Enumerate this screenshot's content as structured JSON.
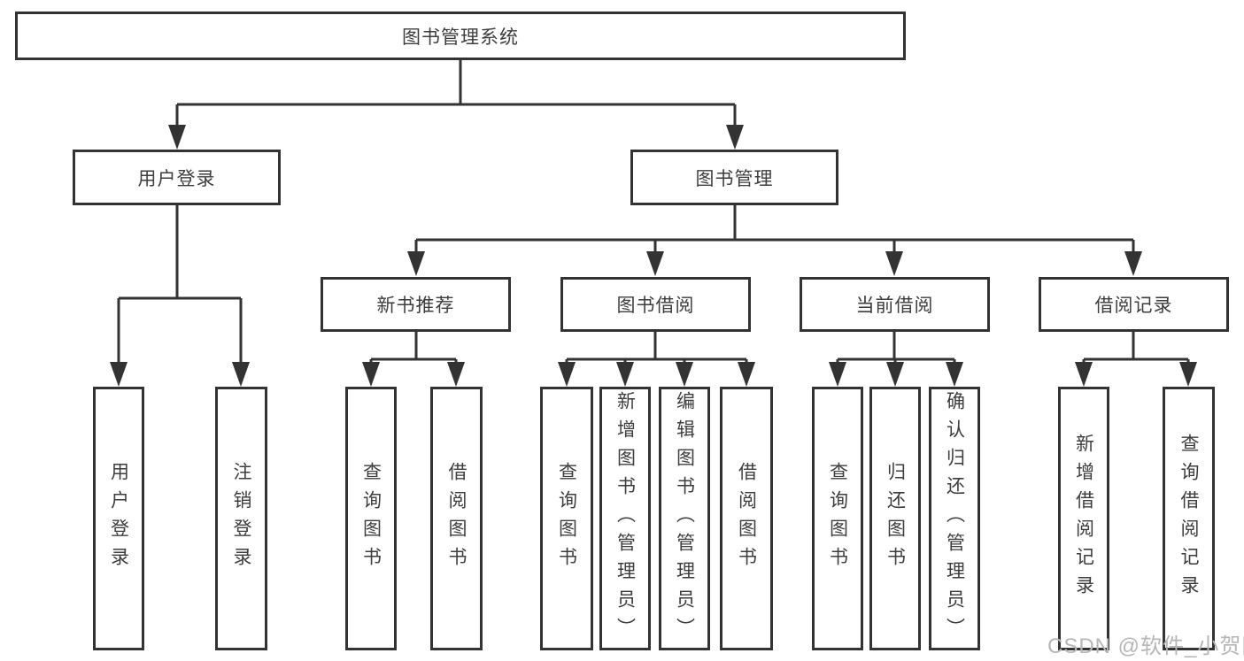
{
  "diagram": {
    "root": "图书管理系统",
    "level2": [
      "用户登录",
      "图书管理"
    ],
    "level3": [
      "新书推荐",
      "图书借阅",
      "当前借阅",
      "借阅记录"
    ],
    "leaves": [
      "用户登录",
      "注销登录",
      "查询图书",
      "借阅图书",
      "查询图书",
      "新增图书（管理员）",
      "编辑图书（管理员）",
      "借阅图书",
      "查询图书",
      "归还图书",
      "确认归还（管理员）",
      "新增借阅记录",
      "查询借阅记录"
    ]
  },
  "watermark": {
    "text": "CSDN @软件_小贺同学"
  },
  "colors": {
    "line": "#333333",
    "text": "#3d3d3d",
    "watermark": "#b6b6b6",
    "background": "#ffffff"
  }
}
